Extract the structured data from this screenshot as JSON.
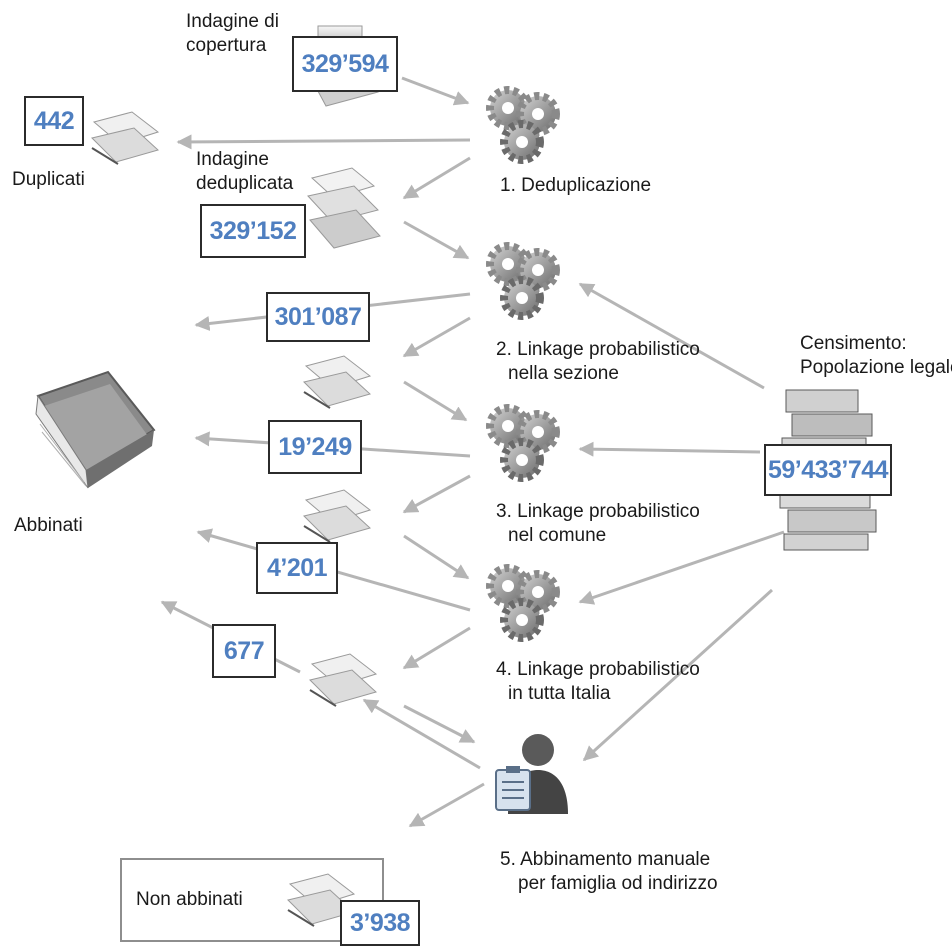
{
  "sources": {
    "survey_label": [
      "Indagine di",
      "copertura"
    ],
    "survey_count": "329’594",
    "census_label": [
      "Censimento:",
      "Popolazione legale"
    ],
    "census_count": "59’433’744"
  },
  "steps": [
    {
      "label": [
        "1. Deduplicazione"
      ]
    },
    {
      "label": [
        "2. Linkage  probabilistico",
        "nella sezione"
      ]
    },
    {
      "label": [
        "3. Linkage  probabilistico",
        "nel comune"
      ]
    },
    {
      "label": [
        "4. Linkage  probabilistico",
        "in tutta Italia"
      ]
    },
    {
      "label": [
        "5. Abbinamento manuale",
        "per famiglia od indirizzo"
      ]
    }
  ],
  "outputs": {
    "duplicates": {
      "label": "Duplicati",
      "count": "442"
    },
    "deduplicated": {
      "label": [
        "Indagine",
        "deduplicata"
      ],
      "count": "329’152"
    },
    "matched_label": "Abbinati",
    "matched_counts": [
      "301’087",
      "19’249",
      "4’201",
      "677"
    ],
    "unmatched": {
      "label": "Non abbinati",
      "count": "3’938"
    }
  },
  "colors": {
    "arrow": "#b5b5b5",
    "count_text": "#4f7fc0",
    "box_border": "#2b2b2b"
  }
}
